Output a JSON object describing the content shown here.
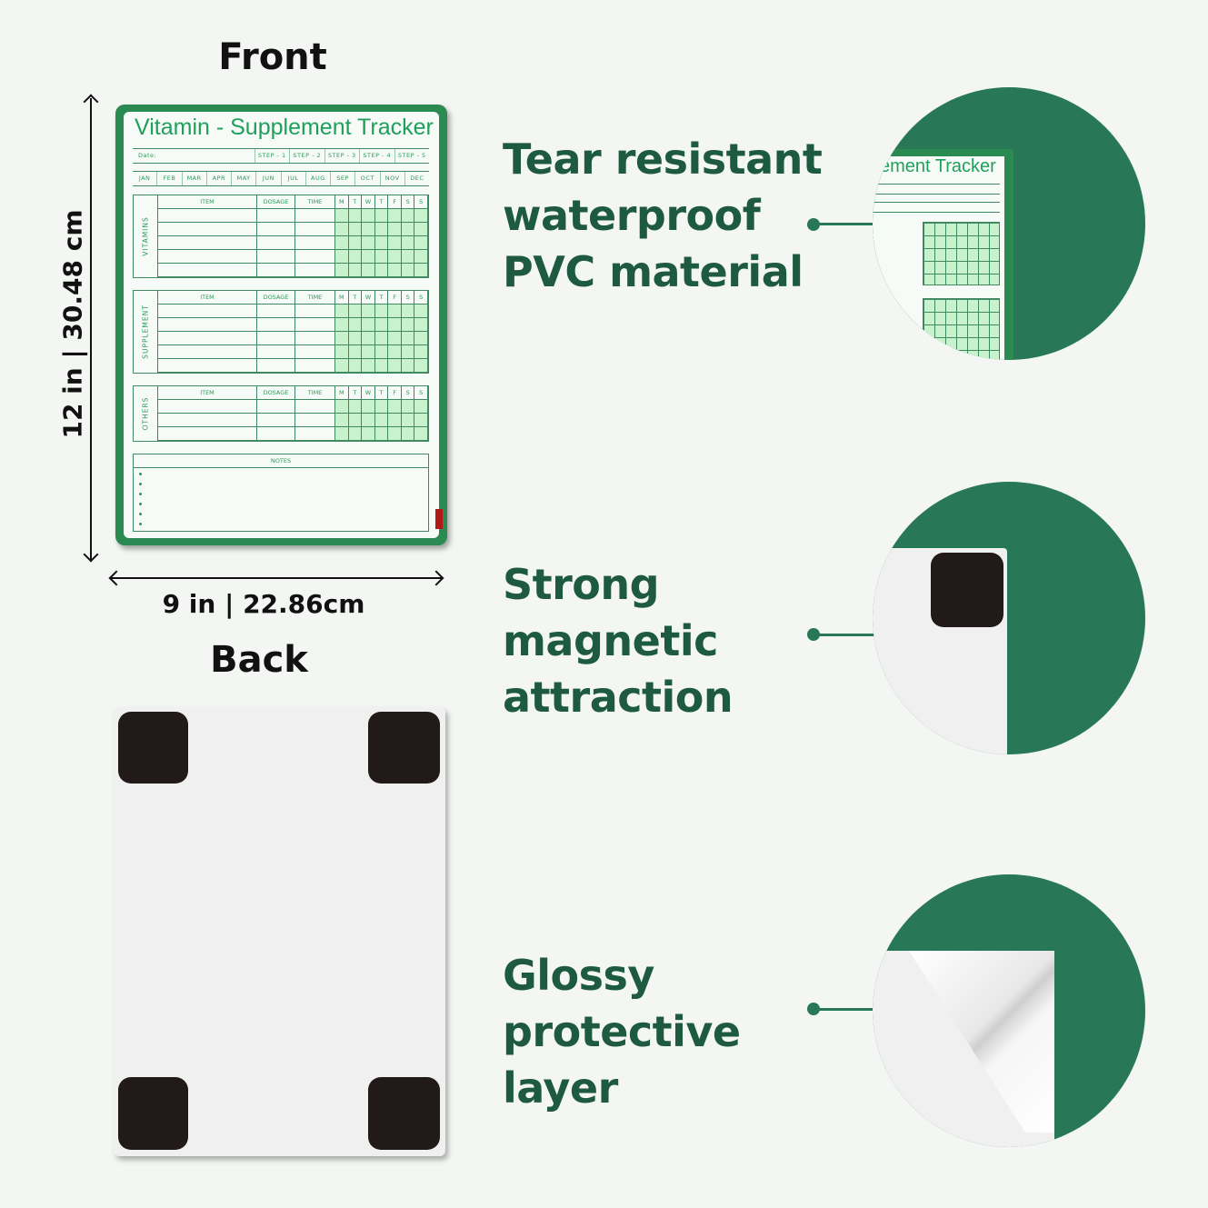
{
  "front": {
    "heading": "Front",
    "height_label": "12 in  | 30.48 cm",
    "width_label": "9 in | 22.86cm"
  },
  "back": {
    "heading": "Back"
  },
  "tracker": {
    "title": "Vitamin - Supplement Tracker",
    "date_label": "Date:",
    "steps": [
      "STEP - 1",
      "STEP - 2",
      "STEP - 3",
      "STEP - 4",
      "STEP - 5"
    ],
    "months": [
      "JAN",
      "FEB",
      "MAR",
      "APR",
      "MAY",
      "JUN",
      "JUL",
      "AUG",
      "SEP",
      "OCT",
      "NOV",
      "DEC"
    ],
    "columns": [
      "ITEM",
      "DOSAGE",
      "TIME",
      "M",
      "T",
      "W",
      "T",
      "F",
      "S",
      "S"
    ],
    "sections": [
      {
        "label": "VITAMINS",
        "rows": 5
      },
      {
        "label": "SUPPLEMENT",
        "rows": 5
      },
      {
        "label": "OTHERS",
        "rows": 3
      }
    ],
    "notes_label": "NOTES",
    "circle_title": "ement Tracker"
  },
  "features": [
    {
      "lines": [
        "Tear resistant",
        "waterproof",
        "PVC material"
      ]
    },
    {
      "lines": [
        "Strong",
        "magnetic",
        "attraction"
      ]
    },
    {
      "lines": [
        "Glossy",
        "protective",
        "layer"
      ]
    }
  ],
  "colors": {
    "accent": "#287857",
    "heading": "#1d5a3f",
    "magnet": "#221a19"
  }
}
